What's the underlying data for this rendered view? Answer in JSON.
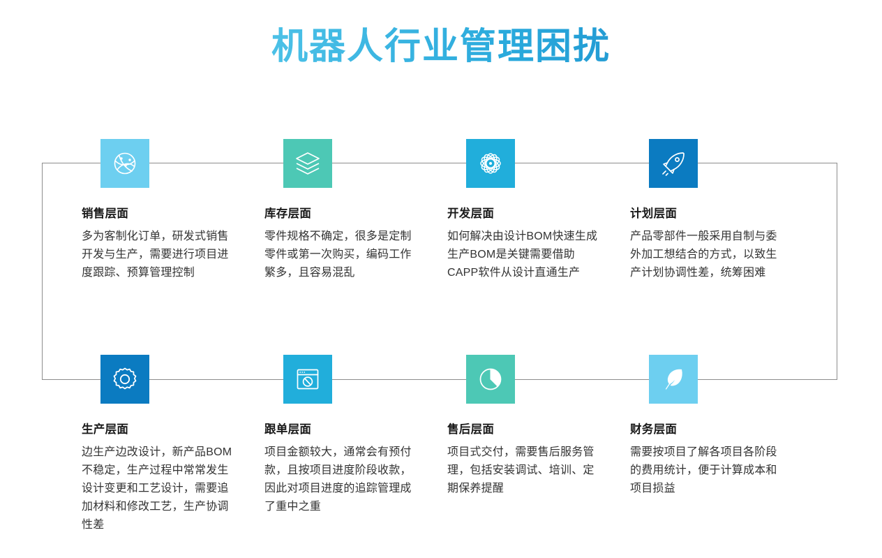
{
  "page": {
    "title": "机器人行业管理困扰",
    "background_color": "#FFFFFF",
    "title_gradient_from": "#6ECFF0",
    "title_gradient_to": "#1479BE",
    "connector_color": "#8C8C8C"
  },
  "cards": [
    {
      "id": "sales",
      "icon": "globe-network-icon",
      "tile_color": "#6DCFF0",
      "title": "销售层面",
      "text": "多为客制化订单，研发式销售开发与生产，需要进行项目进度跟踪、预算管理控制"
    },
    {
      "id": "inventory",
      "icon": "layers-stack-icon",
      "tile_color": "#4DC8B5",
      "title": "库存层面",
      "text": "零件规格不确定，很多是定制零件或第一次购买，编码工作繁多，且容易混乱"
    },
    {
      "id": "development",
      "icon": "atom-molecule-icon",
      "tile_color": "#21AEDB",
      "title": "开发层面",
      "text": "如何解决由设计BOM快速生成生产BOM是关键需要借助CAPP软件从设计直通生产"
    },
    {
      "id": "planning",
      "icon": "rocket-icon",
      "tile_color": "#0B7BC1",
      "title": "计划层面",
      "text": "产品零部件一般采用自制与委外加工想结合的方式，以致生产计划协调性差，统筹困难"
    },
    {
      "id": "production",
      "icon": "gear-icon",
      "tile_color": "#0B7BC1",
      "title": "生产层面",
      "text": "边生产边改设计，新产品BOM不稳定，生产过程中常常发生设计变更和工艺设计，需要追加材料和修改工艺，生产协调性差"
    },
    {
      "id": "order-tracking",
      "icon": "browser-window-icon",
      "tile_color": "#21AEDB",
      "title": "跟单层面",
      "text": "项目金额较大，通常会有预付款，且按项目进度阶段收款，因此对项目进度的追踪管理成了重中之重"
    },
    {
      "id": "after-sales",
      "icon": "pie-chart-icon",
      "tile_color": "#4DC8B5",
      "title": "售后层面",
      "text": "项目式交付，需要售后服务管理，包括安装调试、培训、定期保养提醒"
    },
    {
      "id": "finance",
      "icon": "feather-icon",
      "tile_color": "#6DCFF0",
      "title": "财务层面",
      "text": "需要按项目了解各项目各阶段的费用统计，便于计算成本和项目损益"
    }
  ]
}
